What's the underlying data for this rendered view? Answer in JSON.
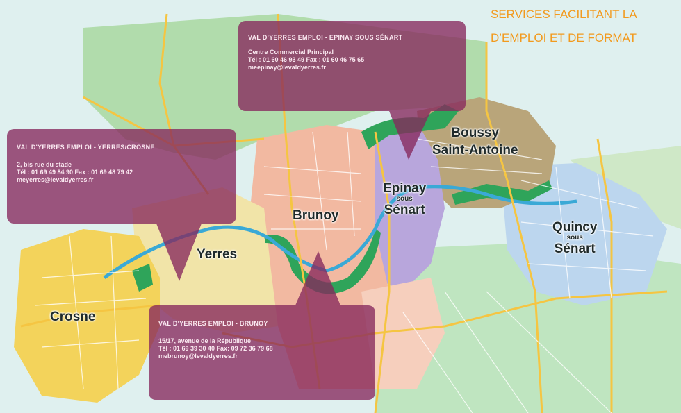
{
  "banner": {
    "line1": "SERVICES FACILITANT LA",
    "line2": "D’EMPLOI ET DE FORMAT"
  },
  "towns": {
    "crosne": "Crosne",
    "yerres": "Yerres",
    "brunoy": "Brunoy",
    "epinay": {
      "top": "Epinay",
      "mid": "sous",
      "bottom": "Sénart"
    },
    "boussy": {
      "top": "Boussy",
      "bottom": "Saint-Antoine"
    },
    "quincy": {
      "top": "Quincy",
      "mid": "sous",
      "bottom": "Sénart"
    }
  },
  "offices": {
    "epinay": {
      "title": "VAL D'YERRES EMPLOI - EPINAY SOUS SÉNART",
      "address": "Centre Commercial Principal",
      "phone": "Tél : 01 60 46 93 49 Fax : 01 60 46 75 65",
      "email": "meepinay@levaldyerres.fr"
    },
    "yerres": {
      "title": "VAL D'YERRES EMPLOI - YERRES/CROSNE",
      "address": "2, bis rue du stade",
      "phone": "Tél : 01 69 49 84 90 Fax : 01 69 48 79 42",
      "email": "meyerres@levaldyerres.fr"
    },
    "brunoy": {
      "title": "VAL D'YERRES EMPLOI - BRUNOY",
      "address": "15/17, avenue de la République",
      "phone": "Tél : 01 69 39 30 40 Fax: 09 72 36 79 68",
      "email": "mebrunoy@levaldyerres.fr"
    }
  },
  "colors": {
    "crosne": "#f3d35b",
    "yerres": "#f1e4a8",
    "brunoy": "#f2b9a1",
    "epinay": "#b8a6dc",
    "boussy": "#b9a57a",
    "quincy": "#bcd6ee",
    "forest": "#a9d8a0",
    "park": "#2fa45a",
    "river": "#3aa9d6",
    "box": "#87285c",
    "banner": "#f29a1e"
  }
}
